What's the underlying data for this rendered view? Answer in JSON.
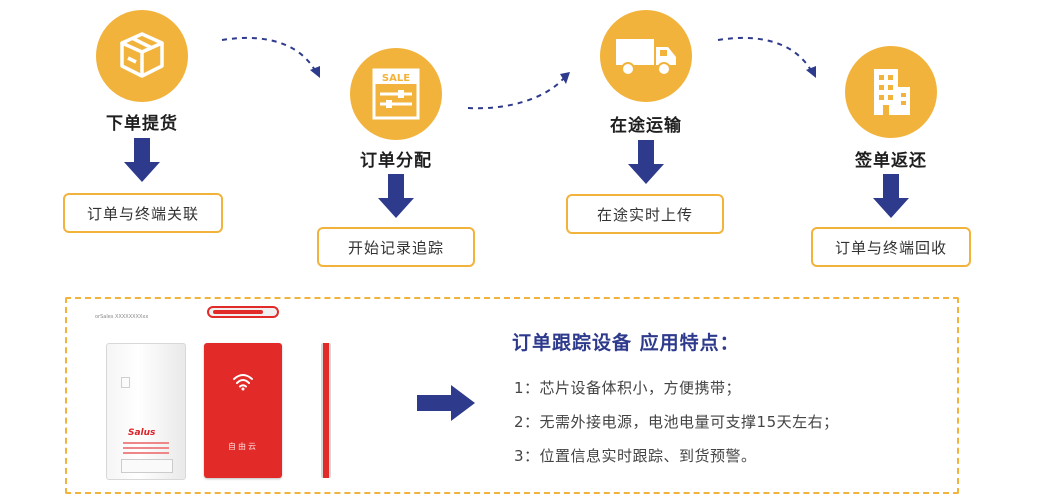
{
  "steps": [
    {
      "title": "下单提货",
      "icon": "boxes-icon",
      "result": "订单与终端关联"
    },
    {
      "title": "订单分配",
      "icon": "sale-tag-icon",
      "result": "开始记录追踪",
      "icon_text": "SALE"
    },
    {
      "title": "在途运输",
      "icon": "truck-icon",
      "result": "在途实时上传"
    },
    {
      "title": "签单返还",
      "icon": "building-icon",
      "result": "订单与终端回收"
    }
  ],
  "panel": {
    "title": "订单跟踪设备 应用特点：",
    "features": [
      "1：芯片设备体积小，方便携带；",
      "2：无需外接电源，电池电量可支撑15天左右；",
      "3：位置信息实时跟踪、到货预警。"
    ],
    "device_logo": "Salus",
    "device_red_text": "自由云",
    "device_tiny_label": "orSales XXXXXXXXxx"
  },
  "colors": {
    "accent": "#f2b33d",
    "arrow": "#2e3a8c",
    "device_red": "#e22b28"
  }
}
